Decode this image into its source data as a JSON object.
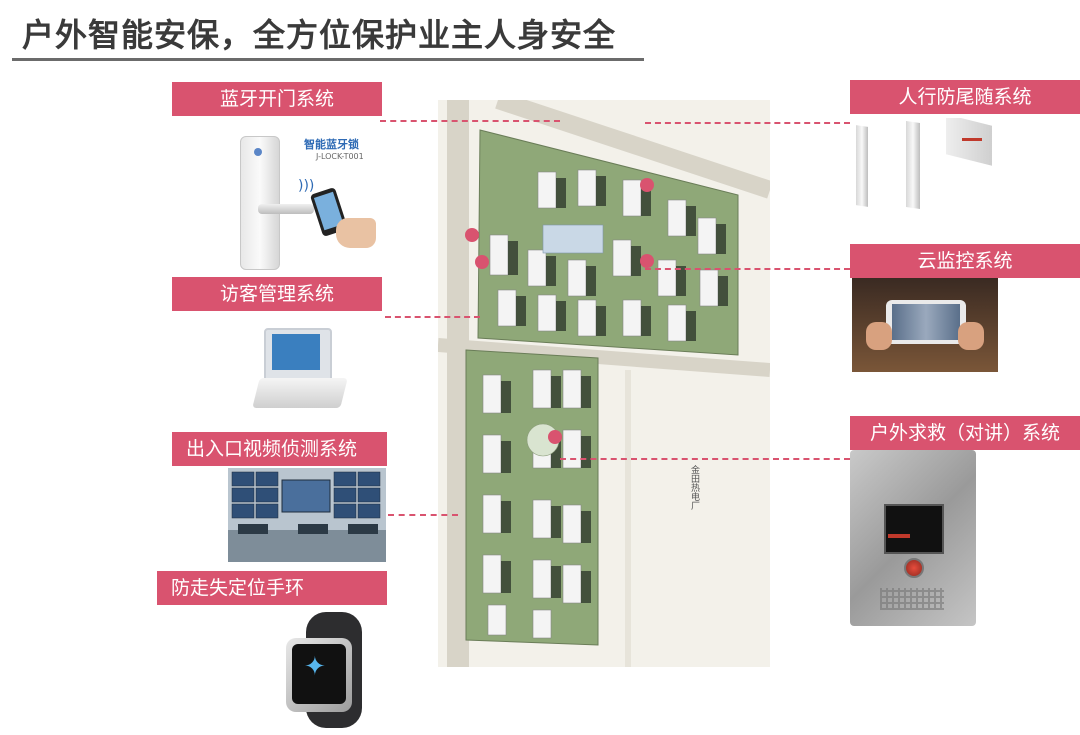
{
  "title": "户外智能安保，全方位保护业主人身安全",
  "systems": {
    "bluetooth_door": "蓝牙开门系统",
    "visitor_mgmt": "访客管理系统",
    "entrance_video": "出入口视频侦测系统",
    "anti_wander_band": "防走失定位手环",
    "anti_tailgating": "人行防尾随系统",
    "cloud_monitoring": "云监控系统",
    "outdoor_sos": "户外求救（对讲）系统"
  },
  "lock": {
    "brand": "智能蓝牙锁",
    "model": "J-LOCK-T001"
  },
  "map": {
    "road_label": "金田热电厂"
  },
  "colors": {
    "accent": "#d9536f",
    "title": "#3a3a3a",
    "rule": "#6b6b6b"
  },
  "icons": [
    "bluetooth-icon",
    "smartphone-icon",
    "butterfly-icon",
    "call-button-icon"
  ]
}
